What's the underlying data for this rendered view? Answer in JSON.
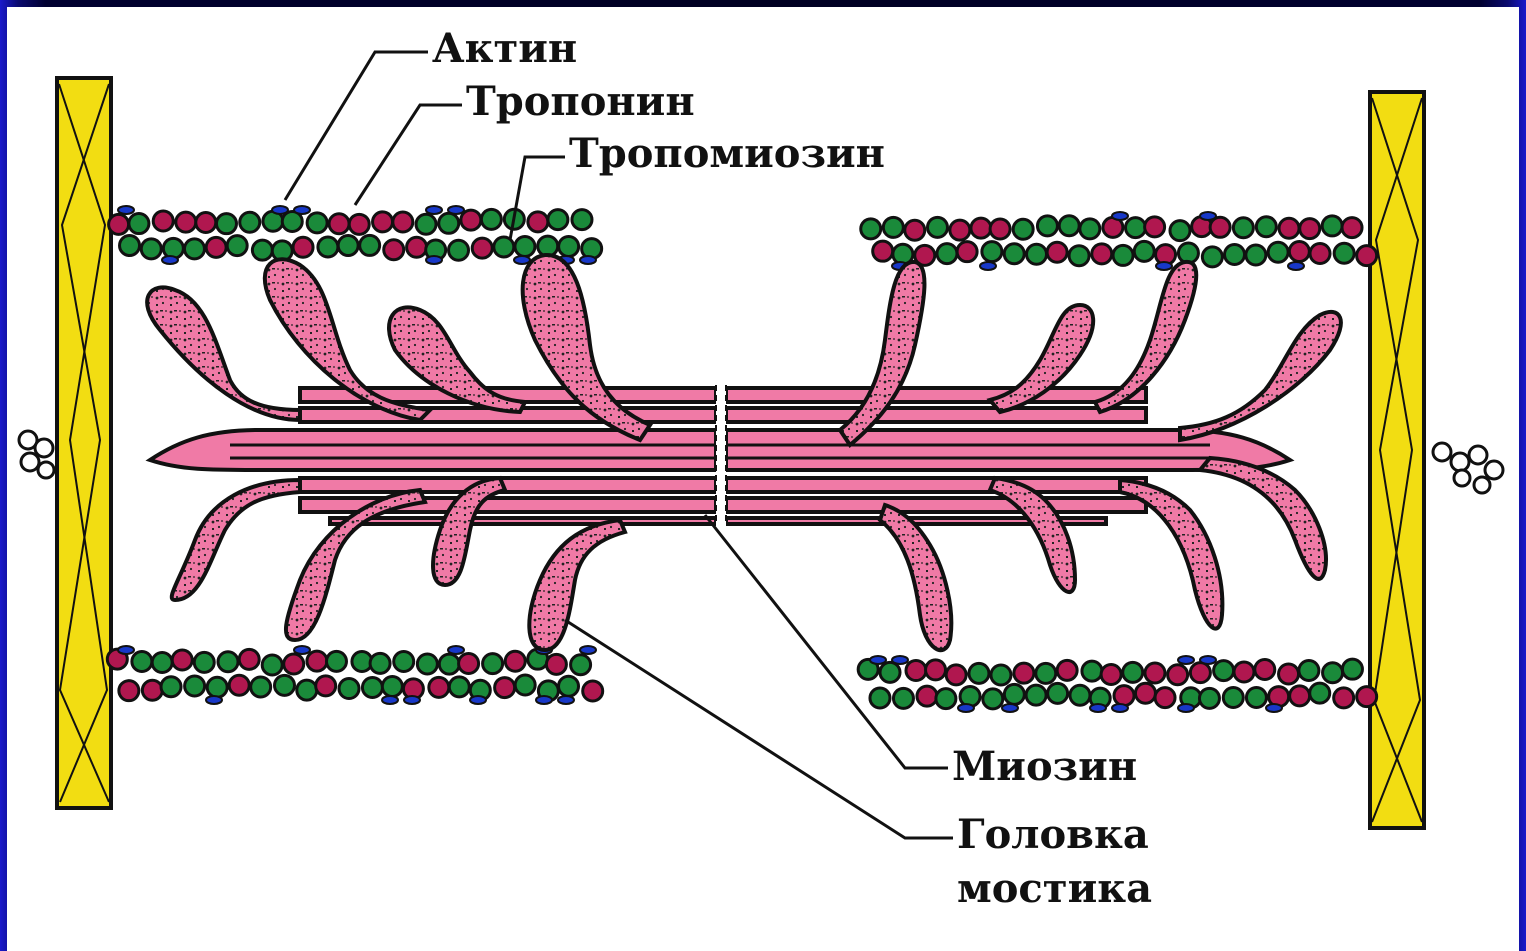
{
  "labels": {
    "actin": "Актин",
    "troponin": "Тропонин",
    "tropomyosin": "Тропомиозин",
    "myosin": "Миозин",
    "head_line1": "Головка",
    "head_line2": "мостика"
  },
  "colors": {
    "background_frame": "#000022",
    "page": "#ffffff",
    "z_disc": "#f2dd12",
    "myosin": "#f07aa6",
    "actin_green": "#1a8a3a",
    "actin_purple": "#b0174f",
    "troponin_blue": "#1838c8",
    "outline": "#111111"
  }
}
